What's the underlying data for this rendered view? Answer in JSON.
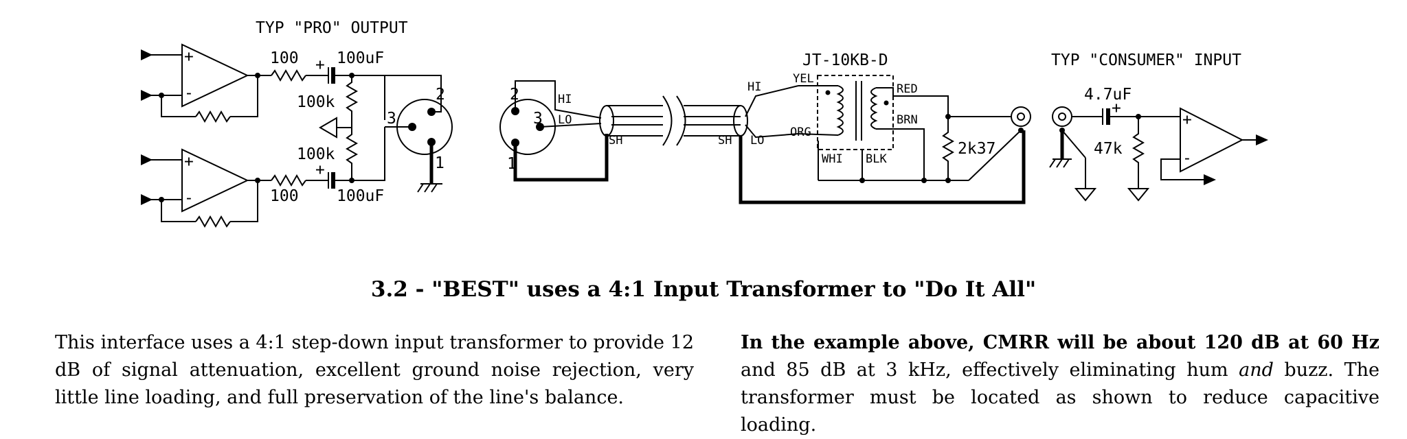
{
  "diagram": {
    "pro_output_title": "TYP \"PRO\" OUTPUT",
    "consumer_input_title": "TYP \"CONSUMER\" INPUT",
    "transformer_model": "JT-10KB-D",
    "labels": {
      "r_top": "100",
      "c_top": "100uF",
      "r_pull_top": "100k",
      "r_pull_bottom": "100k",
      "r_bottom": "100",
      "c_bottom": "100uF",
      "xlr_out_pin2": "2",
      "xlr_out_pin3": "3",
      "xlr_out_pin1": "1",
      "xlr_in_pin2": "2",
      "xlr_in_pin3": "3",
      "xlr_in_pin1": "1",
      "hi_left": "HI",
      "lo_left": "LO",
      "sh_left": "SH",
      "hi_right": "HI",
      "lo_right": "LO",
      "sh_right": "SH",
      "yel": "YEL",
      "org": "ORG",
      "red": "RED",
      "brn": "BRN",
      "whi": "WHI",
      "blk": "BLK",
      "r_load": "2k37",
      "c_in": "4.7uF",
      "r_in": "47k",
      "plus": "+",
      "minus": "-"
    }
  },
  "caption": "3.2 - \"BEST\" uses a 4:1 Input Transformer to \"Do It All\"",
  "paragraph_left": "This interface uses a 4:1 step-down input transformer to provide 12 dB of signal attenuation, excellent ground noise rejection, very little line loading, and full preservation of the line's balance.",
  "paragraph_right": {
    "bold": "In the example above, CMRR will be about 120 dB at 60 Hz",
    "part1": " and 85 dB at 3 kHz, effectively eliminating hum ",
    "italic": "and",
    "part2": " buzz. The transformer must be located as shown to reduce capacitive loading."
  }
}
